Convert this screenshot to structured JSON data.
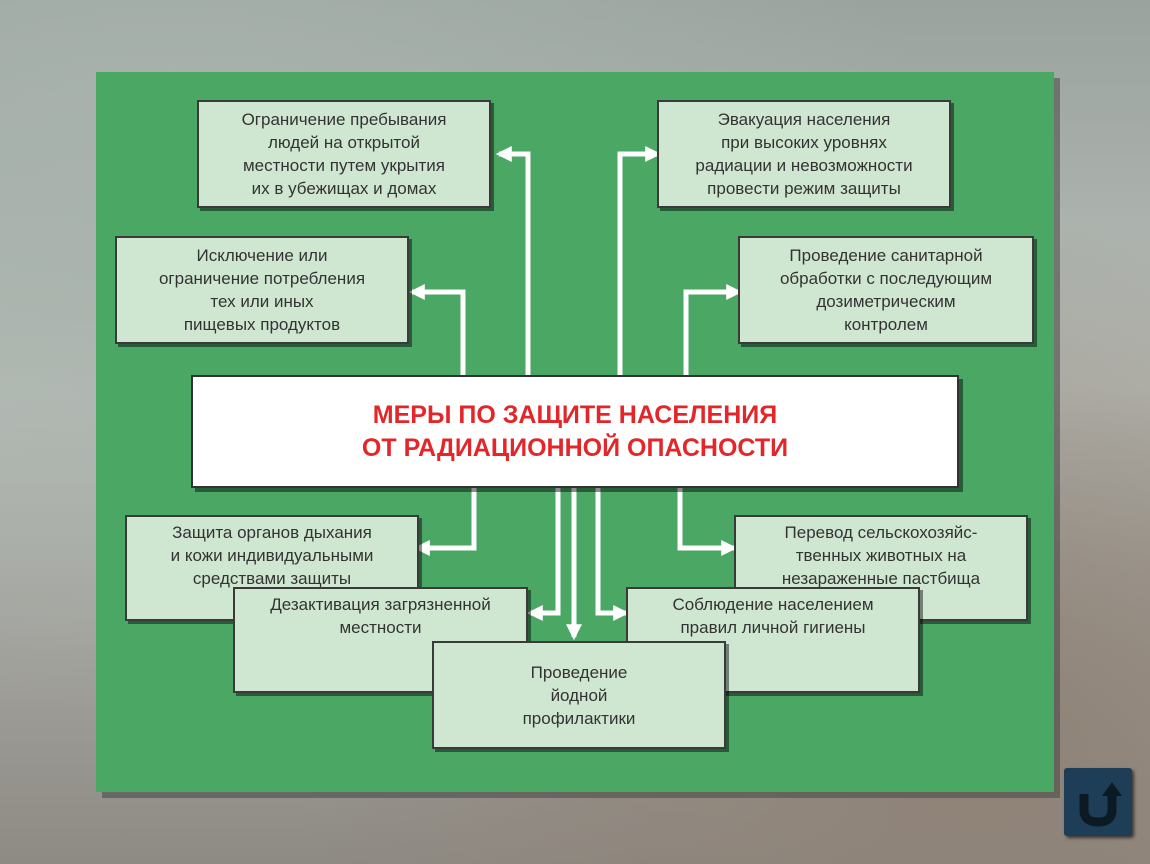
{
  "diagram": {
    "center": "МЕРЫ ПО ЗАЩИТЕ НАСЕЛЕНИЯ\nОТ РАДИАЦИОННОЙ ОПАСНОСТИ",
    "box_shelter": "Ограничение пребывания\nлюдей на открытой\nместности путем укрытия\nих в убежищах и домах",
    "box_food": "Исключение или\nограничение потребления\nтех или иных\nпищевых продуктов",
    "box_evacuation": "Эвакуация населения\nпри высоких уровнях\nрадиации и невозможности\nпровести режим защиты",
    "box_sanitary": "Проведение санитарной\nобработки с последующим\nдозиметрическим\nконтролем",
    "box_respiratory": "Защита органов дыхания\nи кожи индивидуальными\nсредствами защиты",
    "box_livestock": "Перевод сельскохозяйс-\nтвенных животных на\nнезараженные пастбища",
    "box_decontamination": "Дезактивация загрязненной\nместности",
    "box_hygiene": "Соблюдение населением\nправил личной гигиены",
    "box_iodine": "Проведение\nйодной\nпрофилактики"
  },
  "colors": {
    "panel": "#4aa764",
    "box_fill": "#cfe7d1",
    "center_text": "#e3262a",
    "arrow": "#ffffff",
    "nav_button": "#1d3e56"
  },
  "nav": {
    "icon": "return-arrow-icon"
  }
}
